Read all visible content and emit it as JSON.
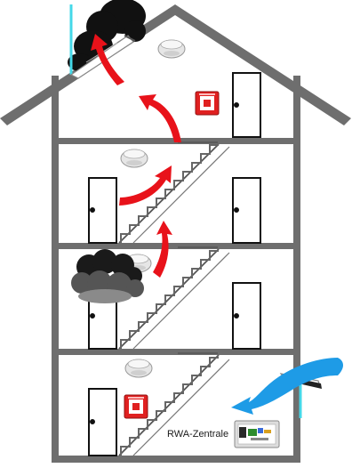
{
  "diagram": {
    "controller_label": "RWA-Zentrale",
    "floors": [
      "attic",
      "second-floor",
      "first-floor",
      "ground-floor"
    ],
    "icons": {
      "smoke_detector": "smoke-detector-icon",
      "call_point": "manual-call-point-icon",
      "smoke_vent": "smoke-vent-icon",
      "controller": "rwa-control-panel-icon",
      "door": "door-icon",
      "smoke_cloud": "smoke-cloud-icon",
      "smoke_flow": "red-arrow-icon",
      "fresh_air": "blue-arrow-icon"
    },
    "colors": {
      "wall": "#6e6e6e",
      "smoke_arrow": "#e8121a",
      "fresh_air_arrow": "#1e9be6",
      "smoke": "#111111",
      "call_point": "#e02020",
      "vent_frame": "#44d8e8"
    }
  }
}
